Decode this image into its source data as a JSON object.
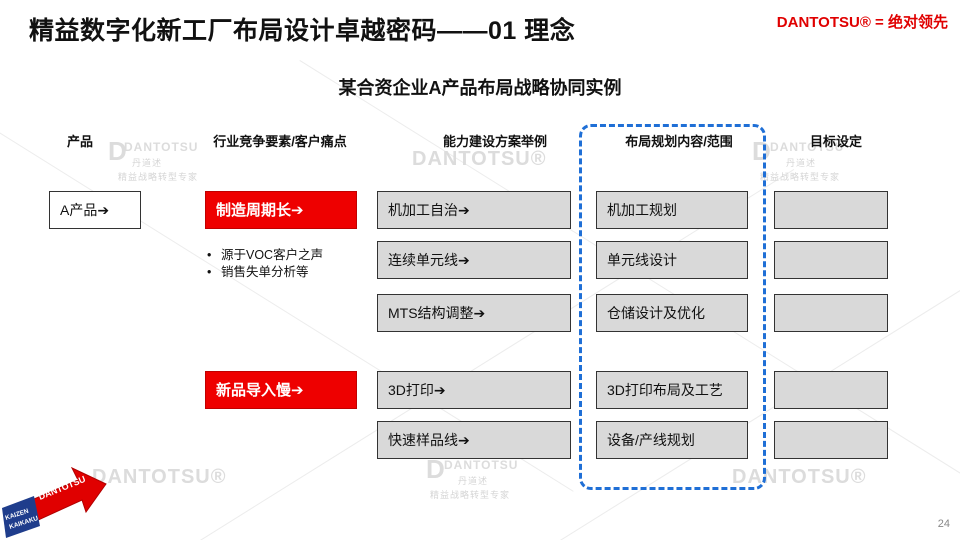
{
  "header": {
    "title": "精益数字化新工厂布局设计卓越密码——01 理念",
    "brand": "DANTOTSU® = 绝对领先"
  },
  "subtitle": "某合资企业A产品布局战略协同实例",
  "columns": {
    "product": "产品",
    "pain": "行业竞争要素/客户痛点",
    "capability": "能力建设方案举例",
    "layout": "布局规划内容/范围",
    "target": "目标设定"
  },
  "product_box": "A产品➔",
  "pain_points": [
    "制造周期长➔",
    "新品导入慢➔"
  ],
  "bullets": [
    "源于VOC客户之声",
    "销售失单分析等"
  ],
  "capabilities": [
    "机加工自治➔",
    "连续单元线➔",
    "MTS结构调整➔",
    "3D打印➔",
    "快速样品线➔"
  ],
  "layout_items": [
    "机加工规划",
    "单元线设计",
    "仓储设计及优化",
    "3D打印布局及工艺",
    "设备/产线规划"
  ],
  "watermarks": {
    "logo_text": "DANTOTSU",
    "logo_reg": "DANTOTSU®",
    "cn_name": "丹道述",
    "cn_slogan": "精益战略转型专家",
    "arrow_text": "DANTOTSU",
    "kaizen": "KAIZEN",
    "kaikaku": "KAIKAKU"
  },
  "page_number": "24",
  "colors": {
    "red": "#ee0000",
    "blue_dash": "#1f6fd6",
    "box_gray": "#d9d9d9"
  }
}
